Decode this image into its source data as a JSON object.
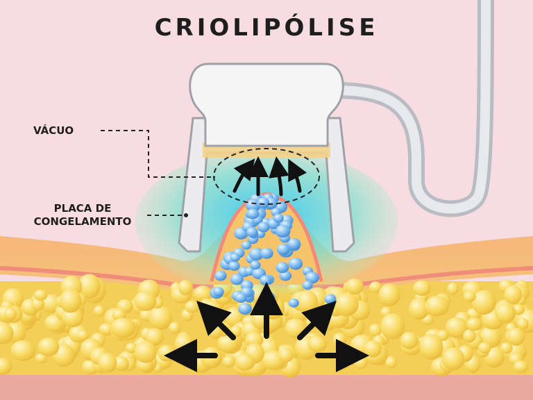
{
  "title": "CRIOLIPÓLISE",
  "labels": {
    "vacuum": "VÁCUO",
    "freeze_plate_line1": "PLACA DE",
    "freeze_plate_line2": "CONGELAMENTO"
  },
  "colors": {
    "background": "#f7dde2",
    "skin_top": "#f2a477",
    "skin_bottom": "#e88e85",
    "fat_cells": "#f5d45a",
    "frozen_fat_cells": "#6aaee6",
    "cold_zone": "#5fd6d8",
    "device": "#f4f4f4",
    "arrows": "#111111"
  }
}
